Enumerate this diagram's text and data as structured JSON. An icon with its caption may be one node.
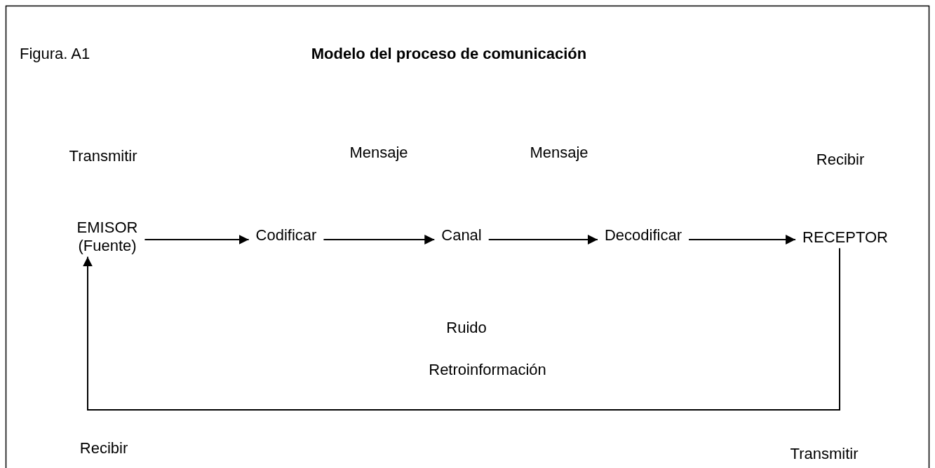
{
  "diagram": {
    "title": "Modelo del proceso de comunicación",
    "nodes": [
      {
        "text": [
          "EMISOR (Fuente)"
        ]
      },
      {
        "text": [
          "Codificar"
        ]
      },
      {
        "text": [
          "Canal"
        ]
      },
      {
        "text": [
          "Decodificar"
        ]
      },
      {
        "text": [
          "RECEPTOR"
        ]
      }
    ],
    "edges": [
      {
        "from": 0,
        "to": 1,
        "arrow": "to"
      },
      {
        "from": 1,
        "to": 2,
        "arrow": "to"
      },
      {
        "from": 2,
        "to": 3,
        "arrow": "to"
      },
      {
        "from": 3,
        "to": 4,
        "arrow": "to"
      },
      {
        "from": 4,
        "to": 0,
        "arrow": "to"
      }
    ],
    "labels": [
      "Figura. A1",
      "Transmitir",
      "Mensaje",
      "Mensaje",
      "Recibir",
      "Ruido",
      "Retroinformación",
      "Recibir",
      "Transmitir"
    ]
  }
}
